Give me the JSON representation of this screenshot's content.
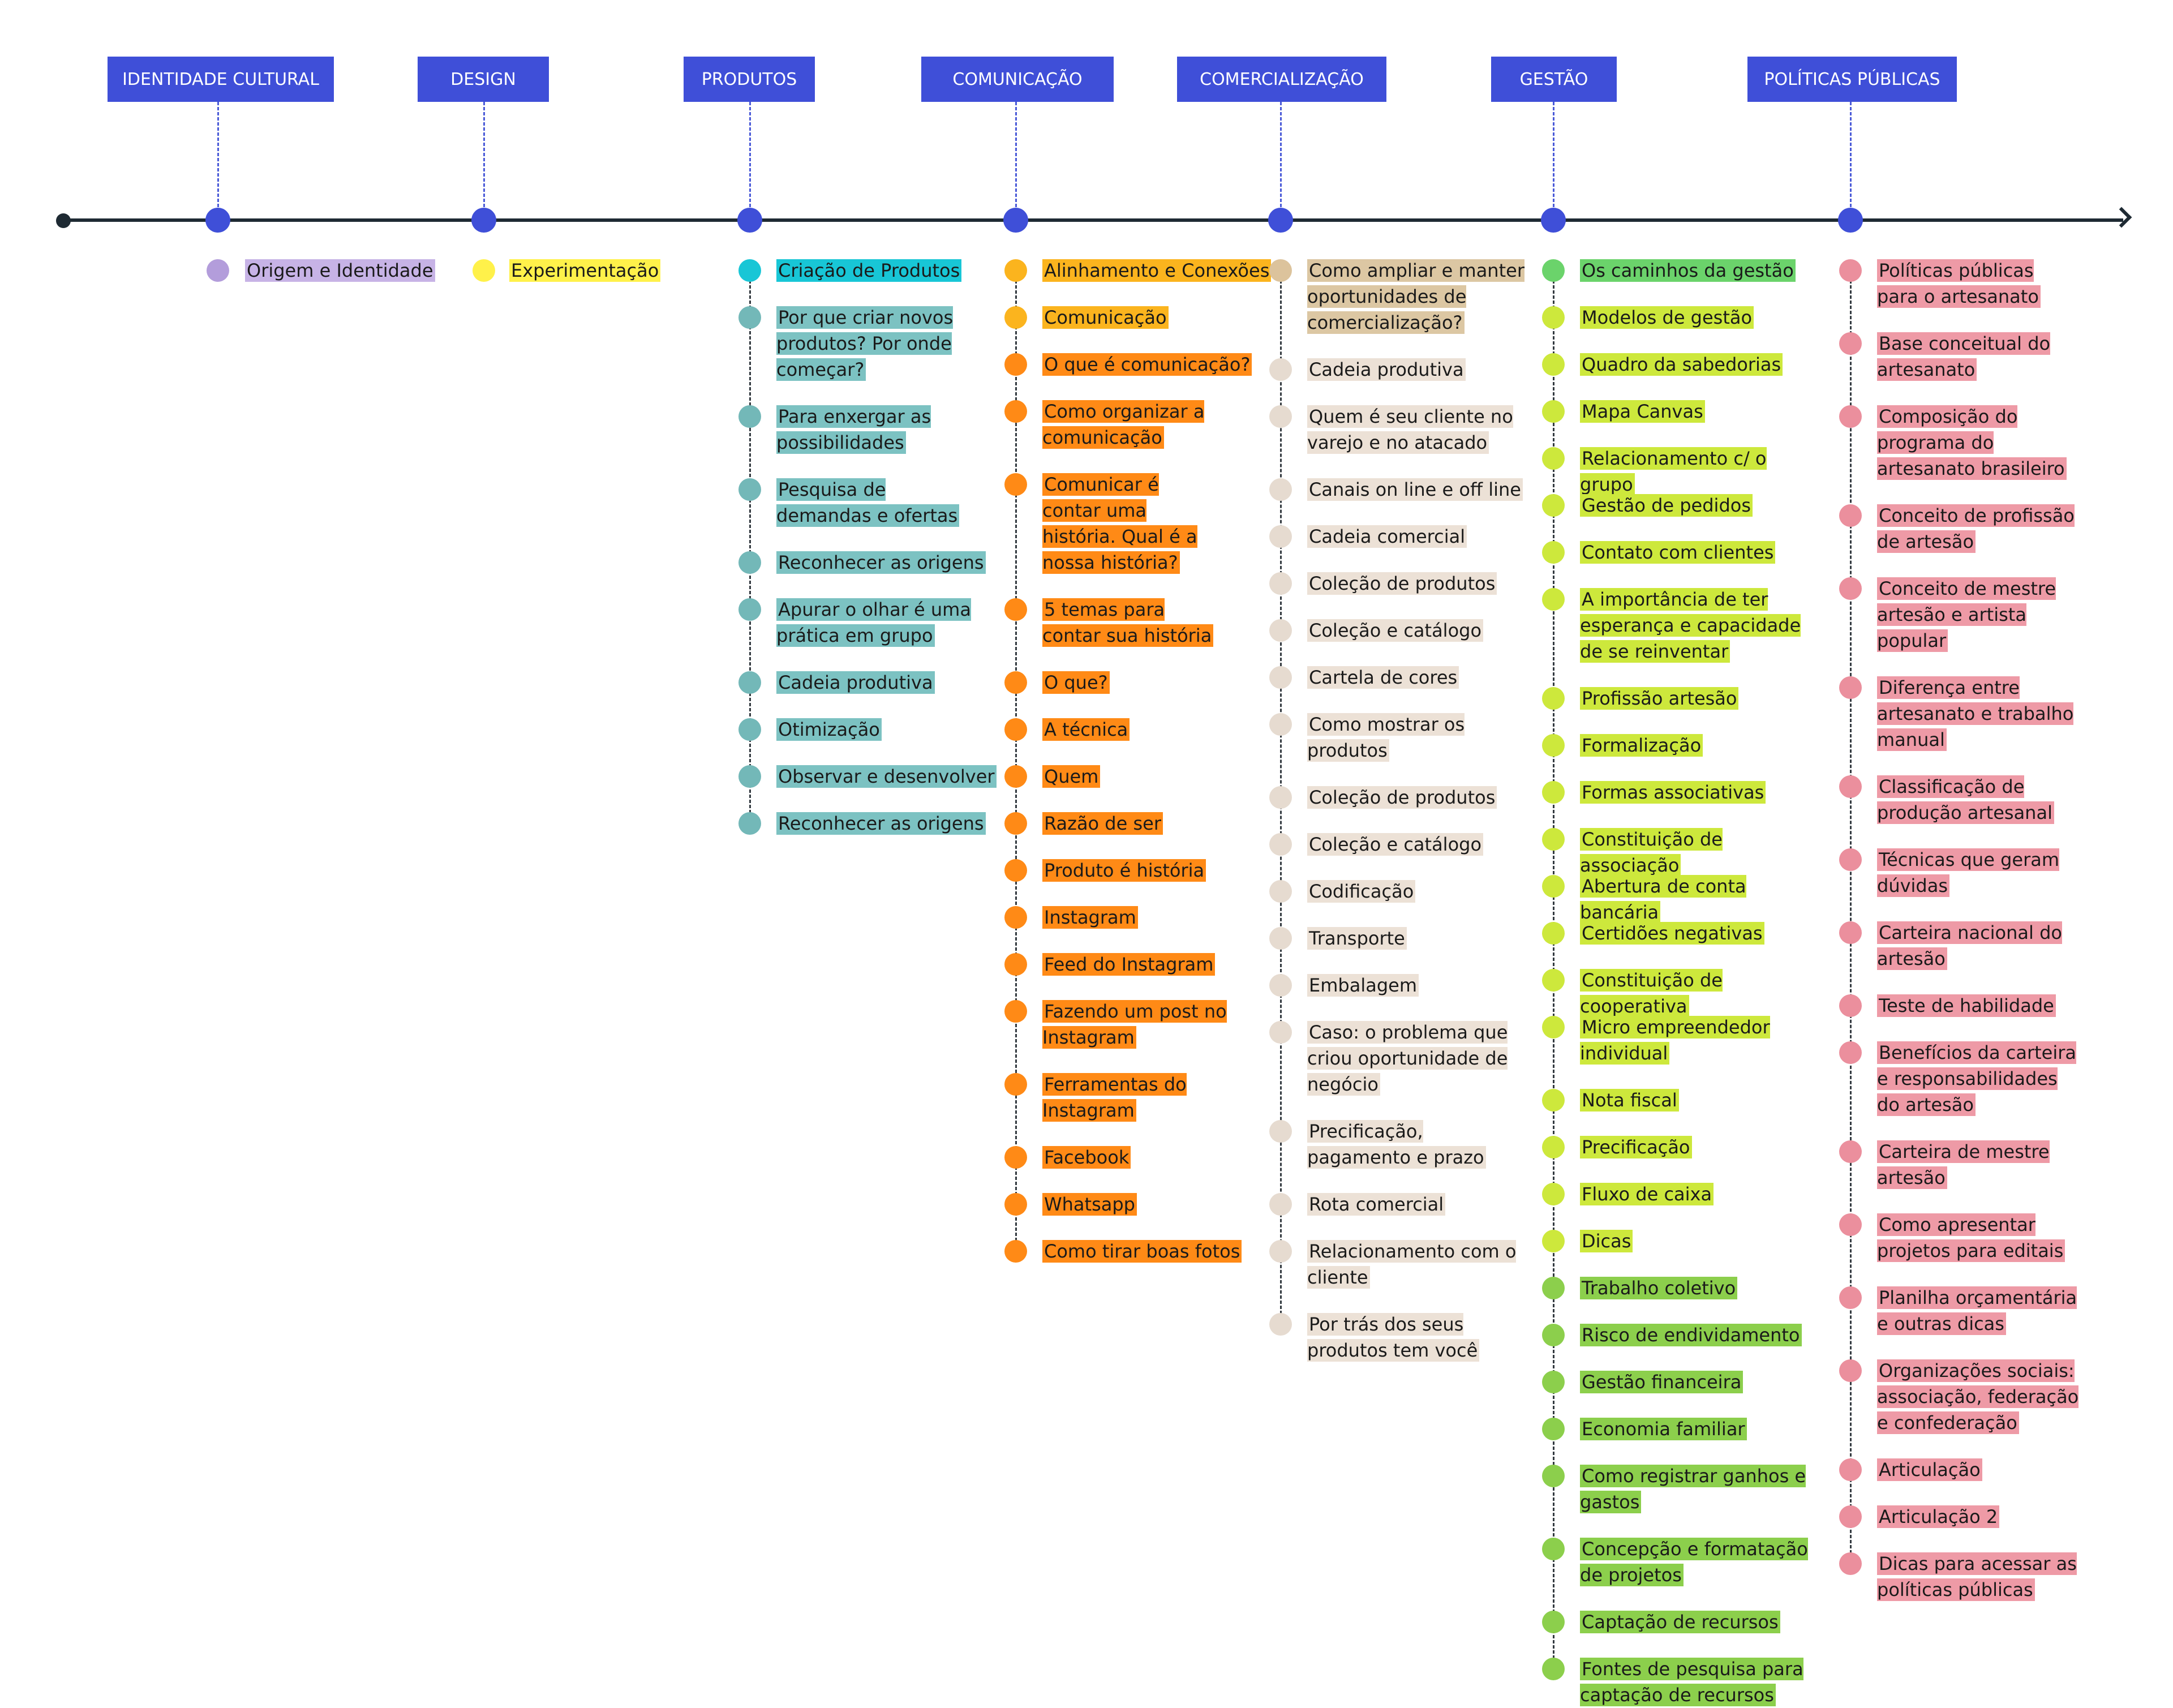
{
  "columns": [
    {
      "id": "identidade",
      "header": "IDENTIDADE CULTURAL",
      "dot_color": "#b39ddb",
      "bg_color": "#c7b3e6",
      "items": [
        {
          "text": "Origem e Identidade"
        }
      ]
    },
    {
      "id": "design",
      "header": "DESIGN",
      "dot_color": "#fff14a",
      "bg_color": "#fff14a",
      "items": [
        {
          "text": "Experimentação"
        }
      ]
    },
    {
      "id": "produtos",
      "header": "PRODUTOS",
      "dot_color": "#73b8b8",
      "bg_color": "#7cc2c2",
      "items": [
        {
          "text": "Criação de Produtos",
          "dot_color": "#18c6d6",
          "bg_color": "#18c6d6"
        },
        {
          "text": "Por que criar novos\nprodutos? Por onde\ncomeçar?"
        },
        {
          "text": "Para enxergar as\npossibilidades"
        },
        {
          "text": "Pesquisa de\ndemandas e ofertas"
        },
        {
          "text": "Reconhecer as origens"
        },
        {
          "text": "Apurar o olhar é uma\nprática em grupo"
        },
        {
          "text": "Cadeia produtiva"
        },
        {
          "text": "Otimização"
        },
        {
          "text": "Observar e desenvolver"
        },
        {
          "text": "Reconhecer as origens"
        }
      ]
    },
    {
      "id": "comunicacao",
      "header": "COMUNICAÇÃO",
      "dot_color": "#ff8a16",
      "bg_color": "#ff8a16",
      "items": [
        {
          "text": "Alinhamento e Conexões",
          "dot_color": "#fbb41e",
          "bg_color": "#fbb41e"
        },
        {
          "text": "Comunicação",
          "dot_color": "#fbb41e",
          "bg_color": "#fbb41e"
        },
        {
          "text": "O que é comunicação?"
        },
        {
          "text": "Como organizar a\ncomunicação"
        },
        {
          "text": "Comunicar é\ncontar uma\nhistória. Qual é a\nnossa história?"
        },
        {
          "text": "5 temas para\ncontar sua história"
        },
        {
          "text": "O que?"
        },
        {
          "text": "A técnica"
        },
        {
          "text": "Quem"
        },
        {
          "text": "Razão de ser"
        },
        {
          "text": "Produto é história"
        },
        {
          "text": "Instagram"
        },
        {
          "text": "Feed do Instagram"
        },
        {
          "text": "Fazendo um post no\nInstagram"
        },
        {
          "text": "Ferramentas do\nInstagram"
        },
        {
          "text": "Facebook"
        },
        {
          "text": "Whatsapp"
        },
        {
          "text": "Como tirar boas fotos"
        }
      ]
    },
    {
      "id": "comercializacao",
      "header": "COMERCIALIZAÇÃO",
      "dot_color": "#e6dbd0",
      "bg_color": "#ece1d6",
      "items": [
        {
          "text": "Como ampliar e manter\noportunidades de\ncomercialização?",
          "dot_color": "#dcc39c",
          "bg_color": "#dcc7a3"
        },
        {
          "text": "Cadeia produtiva"
        },
        {
          "text": "Quem é seu cliente no\nvarejo e no atacado"
        },
        {
          "text": "Canais on line e off line"
        },
        {
          "text": "Cadeia comercial"
        },
        {
          "text": "Coleção de produtos"
        },
        {
          "text": "Coleção e catálogo"
        },
        {
          "text": "Cartela de cores"
        },
        {
          "text": "Como mostrar os\nprodutos"
        },
        {
          "text": "Coleção de produtos"
        },
        {
          "text": "Coleção e catálogo"
        },
        {
          "text": "Codificação"
        },
        {
          "text": "Transporte"
        },
        {
          "text": "Embalagem"
        },
        {
          "text": "Caso: o problema que\ncriou oportunidade de\nnegócio"
        },
        {
          "text": "Precificação,\npagamento e prazo"
        },
        {
          "text": "Rota comercial"
        },
        {
          "text": "Relacionamento com o\ncliente"
        },
        {
          "text": "Por trás dos seus\nprodutos tem você"
        }
      ]
    },
    {
      "id": "gestao",
      "header": "GESTÃO",
      "dot_color": "#cde83c",
      "bg_color": "#cde83c",
      "items": [
        {
          "text": "Os caminhos da gestão",
          "dot_color": "#6bd36b",
          "bg_color": "#6bd36b"
        },
        {
          "text": "Modelos de gestão"
        },
        {
          "text": "Quadro da sabedorias"
        },
        {
          "text": "Mapa Canvas"
        },
        {
          "text": "Relacionamento c/ o grupo"
        },
        {
          "text": "Gestão de pedidos"
        },
        {
          "text": "Contato com clientes"
        },
        {
          "text": "A importância de ter\nesperança e capacidade\nde se reinventar"
        },
        {
          "text": "Profissão artesão"
        },
        {
          "text": "Formalização"
        },
        {
          "text": "Formas associativas"
        },
        {
          "text": "Constituição de associação"
        },
        {
          "text": "Abertura de conta bancária"
        },
        {
          "text": "Certidões negativas"
        },
        {
          "text": "Constituição de cooperativa"
        },
        {
          "text": "Micro empreendedor\nindividual"
        },
        {
          "text": "Nota fiscal"
        },
        {
          "text": "Precificação"
        },
        {
          "text": "Fluxo de caixa"
        },
        {
          "text": "Dicas"
        },
        {
          "text": "Trabalho coletivo",
          "dot_color": "#8ccf4c",
          "bg_color": "#8ccf4c"
        },
        {
          "text": "Risco de endividamento",
          "dot_color": "#8ccf4c",
          "bg_color": "#8ccf4c"
        },
        {
          "text": "Gestão financeira",
          "dot_color": "#8ccf4c",
          "bg_color": "#8ccf4c"
        },
        {
          "text": "Economia familiar",
          "dot_color": "#8ccf4c",
          "bg_color": "#8ccf4c"
        },
        {
          "text": "Como registrar ganhos e\ngastos",
          "dot_color": "#8ccf4c",
          "bg_color": "#8ccf4c"
        },
        {
          "text": "Concepção e formatação\nde projetos",
          "dot_color": "#8ccf4c",
          "bg_color": "#8ccf4c"
        },
        {
          "text": "Captação de recursos",
          "dot_color": "#8ccf4c",
          "bg_color": "#8ccf4c"
        },
        {
          "text": "Fontes de pesquisa para\ncaptação de recursos",
          "dot_color": "#8ccf4c",
          "bg_color": "#8ccf4c"
        }
      ]
    },
    {
      "id": "politicas",
      "header": "POLÍTICAS PÚBLICAS",
      "dot_color": "#eb8f9d",
      "bg_color": "#ee9aa6",
      "items": [
        {
          "text": "Políticas públicas\npara o artesanato"
        },
        {
          "text": "Base conceitual do\nartesanato"
        },
        {
          "text": "Composição do\nprograma do\nartesanato brasileiro"
        },
        {
          "text": "Conceito de profissão\nde artesão"
        },
        {
          "text": "Conceito de mestre\nartesão e artista\npopular"
        },
        {
          "text": "Diferença entre\nartesanato e trabalho\nmanual"
        },
        {
          "text": "Classificação de\nprodução artesanal"
        },
        {
          "text": "Técnicas que geram\ndúvidas"
        },
        {
          "text": "Carteira nacional do\nartesão"
        },
        {
          "text": "Teste de habilidade"
        },
        {
          "text": "Benefícios da carteira\ne responsabilidades\ndo artesão"
        },
        {
          "text": "Carteira de mestre\nartesão"
        },
        {
          "text": "Como apresentar\nprojetos para editais"
        },
        {
          "text": "Planilha orçamentária\ne outras dicas"
        },
        {
          "text": "Organizações sociais:\nassociação, federação\ne confederação"
        },
        {
          "text": "Articulação"
        },
        {
          "text": "Articulação 2"
        },
        {
          "text": "Dicas para acessar as\npolíticas públicas"
        }
      ]
    }
  ]
}
